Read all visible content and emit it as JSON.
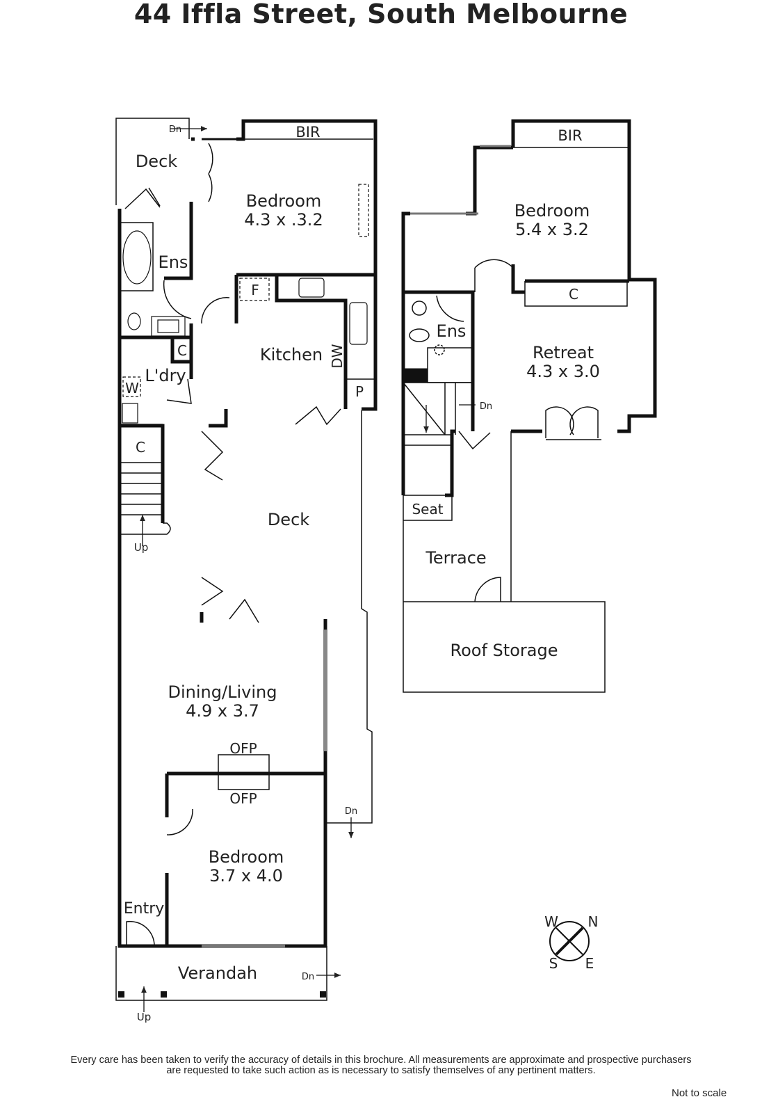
{
  "title": "44 Iffla Street, South Melbourne",
  "ground_floor": {
    "deck_rear": "Deck",
    "dn_top": "Dn",
    "bir": "BIR",
    "bedroom1_name": "Bedroom",
    "bedroom1_size": "4.3 x .3.2",
    "ensuite": "Ens",
    "fridge": "F",
    "kitchen": "Kitchen",
    "dishwasher": "DW",
    "pantry": "P",
    "cupboard1": "C",
    "laundry": "L'dry",
    "washer": "W",
    "cupboard2": "C",
    "stairs_up": "Up",
    "deck_mid": "Deck",
    "dining_name": "Dining/Living",
    "dining_size": "4.9 x 3.7",
    "ofp_top": "OFP",
    "ofp_bottom": "OFP",
    "dn_side": "Dn",
    "bedroom2_name": "Bedroom",
    "bedroom2_size": "3.7 x 4.0",
    "entry": "Entry",
    "verandah": "Verandah",
    "dn_verandah": "Dn",
    "up_front": "Up"
  },
  "upper_floor": {
    "bir": "BIR",
    "bedroom_name": "Bedroom",
    "bedroom_size": "5.4 x 3.2",
    "cupboard": "C",
    "ensuite": "Ens",
    "retreat_name": "Retreat",
    "retreat_size": "4.3 x 3.0",
    "stairs_dn": "Dn",
    "seat": "Seat",
    "terrace": "Terrace",
    "roof_storage": "Roof Storage"
  },
  "compass": {
    "w": "W",
    "n": "N",
    "s": "S",
    "e": "E"
  },
  "disclaimer_line1": "Every care has been taken to verify the accuracy of details in this brochure.  All measurements are approximate and prospective purchasers",
  "disclaimer_line2": "are requested to take such action as is necessary to satisfy themselves of any pertinent matters.",
  "not_to_scale": "Not to scale"
}
